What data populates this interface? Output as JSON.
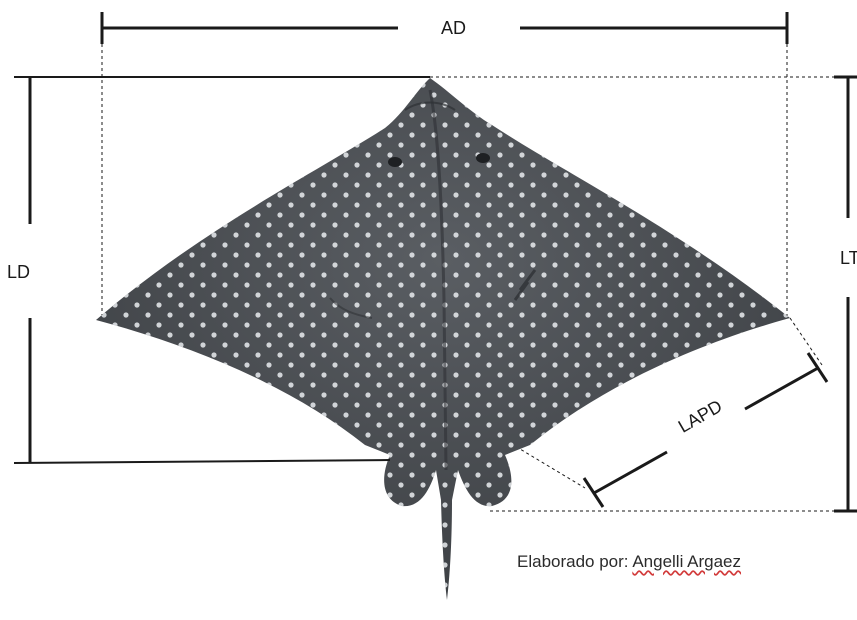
{
  "labels": {
    "ad": "AD",
    "ld": "LD",
    "lt": "LT",
    "lapd": "LAPD"
  },
  "credit": {
    "prefix": "Elaborado por:",
    "name": "Angelli Argaez"
  },
  "colors": {
    "lines": "#1a1a1a",
    "ray_body": "#4a4d52",
    "ray_spots": "#e9ecef",
    "underline": "#d23b3b"
  }
}
